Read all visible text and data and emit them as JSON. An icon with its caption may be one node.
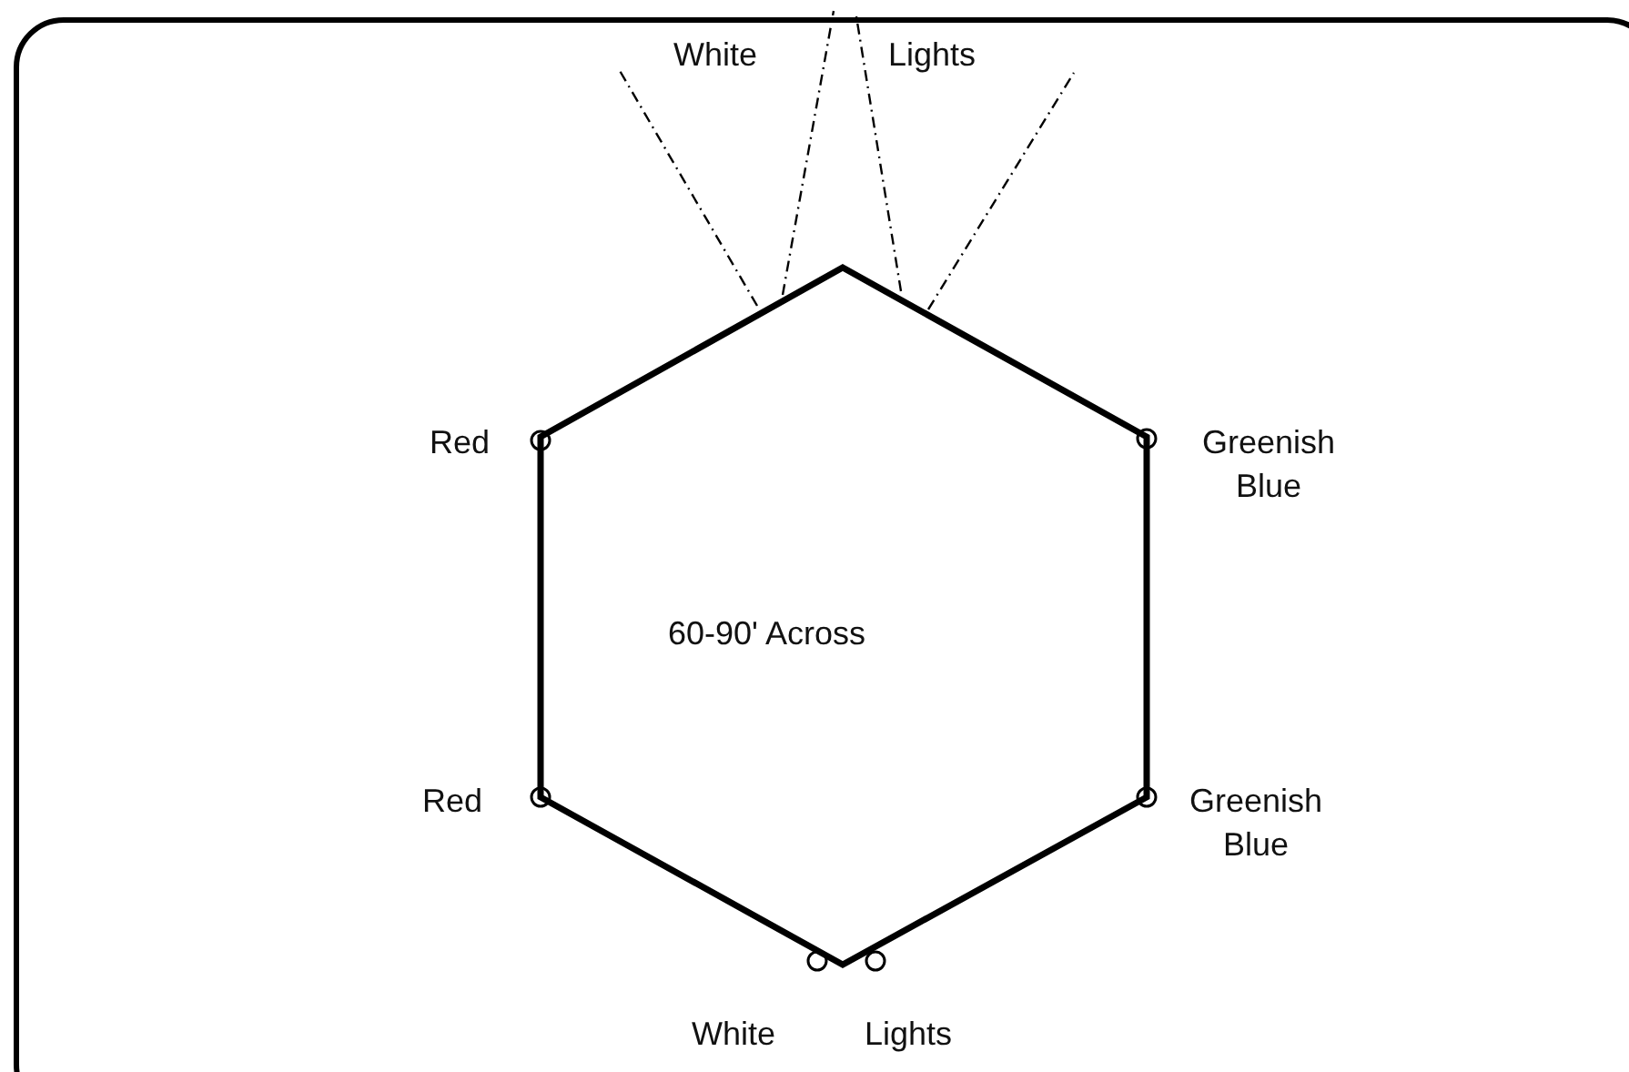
{
  "diagram": {
    "nodes": [
      {
        "text": [
          "60-90' Across"
        ]
      }
    ],
    "labels": [
      "White",
      "Lights",
      "Red",
      "Greenish Blue",
      "Red",
      "Greenish Blue",
      "White",
      "Lights"
    ]
  }
}
